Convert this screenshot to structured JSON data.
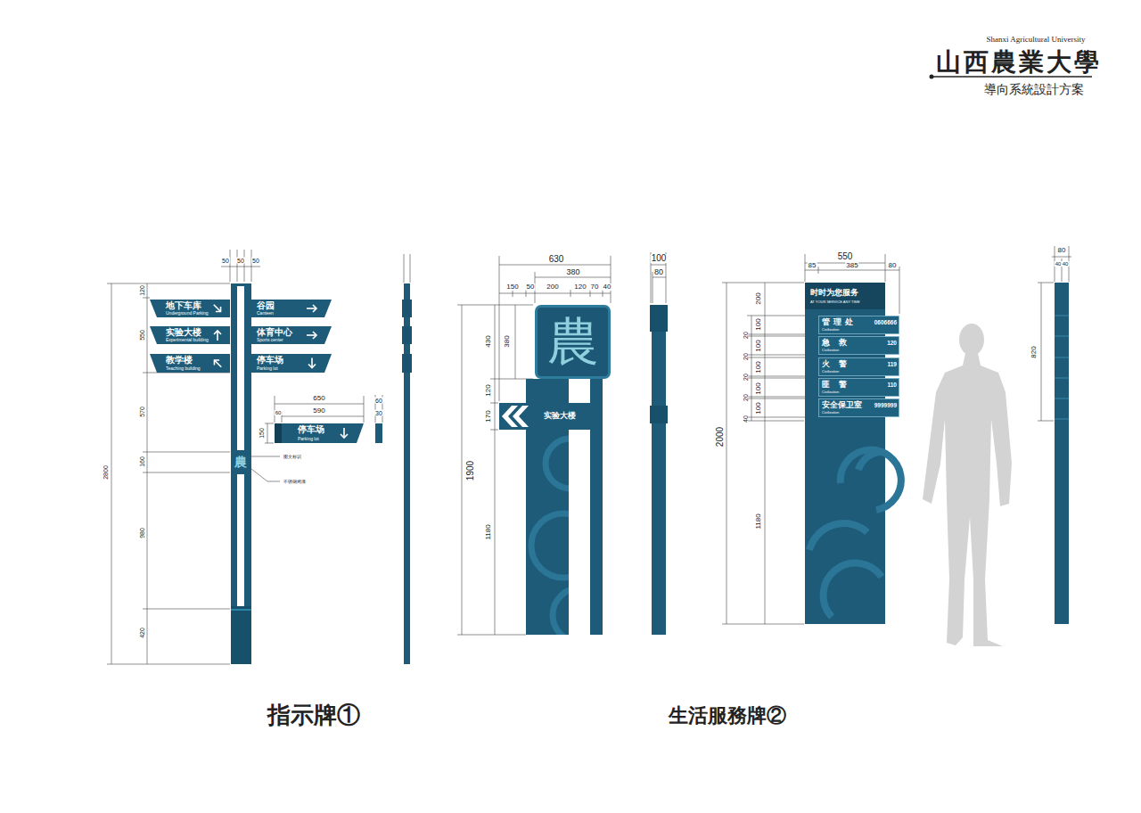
{
  "diagram": {
    "title": "山西農業大學",
    "nodes": [
      {
        "text": [
          "地下车库",
          "Underground Parking"
        ]
      },
      {
        "text": [
          "谷园",
          "Canteen"
        ]
      },
      {
        "text": [
          "实验大楼",
          "Experimental building"
        ]
      },
      {
        "text": [
          "体育中心",
          "Sports center"
        ]
      },
      {
        "text": [
          "教学楼",
          "Teaching building"
        ]
      },
      {
        "text": [
          "停车场",
          "Parking lot"
        ]
      },
      {
        "text": [
          "停车场",
          "Parking lot"
        ]
      },
      {
        "text": [
          "農"
        ]
      },
      {
        "text": [
          "实验大楼"
        ]
      },
      {
        "text": [
          "时时为您服务",
          "AT YOUR SERVICE ANY TIME"
        ]
      },
      {
        "text": [
          "管理处",
          "0606666",
          "Civilization"
        ],
        "in": 9
      },
      {
        "text": [
          "急救",
          "120",
          "Civilization"
        ],
        "in": 9
      },
      {
        "text": [
          "火警",
          "119",
          "Civilization"
        ],
        "in": 9
      },
      {
        "text": [
          "匪警",
          "110",
          "Civilization"
        ],
        "in": 9
      },
      {
        "text": [
          "安全保卫室",
          "9999999",
          "Civilization"
        ],
        "in": 9
      }
    ],
    "labels": [
      "Shanxi Agricultural University",
      "導向系統設計方案",
      "50",
      "50",
      "50",
      "2800",
      "120",
      "550",
      "570",
      "160",
      "980",
      "420",
      "650",
      "590",
      "60",
      "150",
      "60",
      "30",
      "農",
      "图文标识",
      "不锈钢烤漆",
      "指示牌①",
      "630",
      "380",
      "150",
      "50",
      "200",
      "120",
      "70",
      "40",
      "100",
      "80",
      "430",
      "380",
      "120",
      "170",
      "1900",
      "1180",
      "550",
      "85",
      "385",
      "80",
      "80",
      "40",
      "40",
      "820",
      "2000",
      "200",
      "100",
      "100",
      "100",
      "100",
      "100",
      "20",
      "20",
      "20",
      "20",
      "40",
      "1180",
      "生活服務牌②"
    ]
  }
}
